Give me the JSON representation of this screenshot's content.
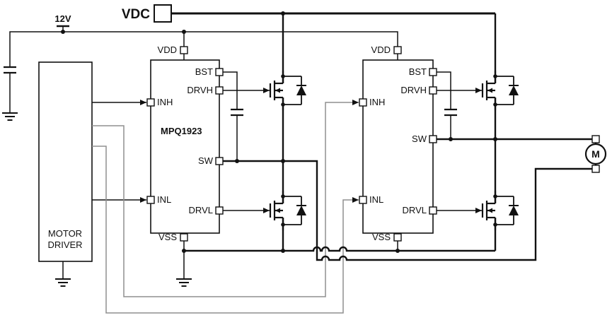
{
  "colors": {
    "wire": "#111111",
    "signal_route": "#8f8f8f",
    "background": "#ffffff"
  },
  "supplies": {
    "logic_supply": "12V",
    "bridge_supply": "VDC"
  },
  "motor_driver_block": {
    "label_line1": "MOTOR",
    "label_line2": "DRIVER"
  },
  "gate_driver_1": {
    "part_number": "MPQ1923",
    "pins": {
      "vdd": "VDD",
      "bst": "BST",
      "drvh": "DRVH",
      "sw": "SW",
      "drvl": "DRVL",
      "vss": "VSS",
      "inh": "INH",
      "inl": "INL"
    }
  },
  "gate_driver_2": {
    "pins": {
      "vdd": "VDD",
      "bst": "BST",
      "drvh": "DRVH",
      "sw": "SW",
      "drvl": "DRVL",
      "vss": "VSS",
      "inh": "INH",
      "inl": "INL"
    }
  },
  "motor": {
    "label": "M"
  },
  "symbols": [
    "nmos-transistor",
    "body-diode",
    "capacitor",
    "ground",
    "junction-dot",
    "signal-arrow",
    "dc-motor",
    "wire-hop"
  ]
}
